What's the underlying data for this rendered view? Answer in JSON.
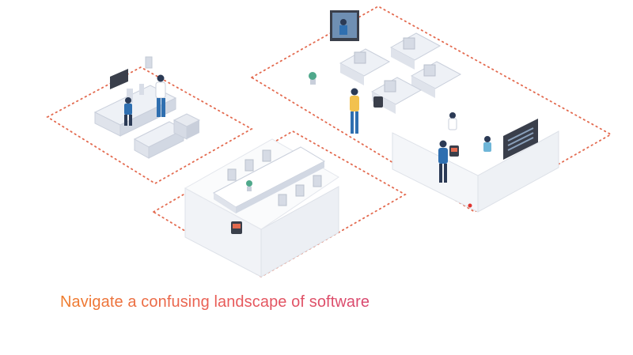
{
  "caption": "Navigate a confusing landscape of software",
  "colors": {
    "zone_border": "#e36a4f",
    "caption_start": "#ef7d2c",
    "caption_end": "#d8476f",
    "furniture": "#e7eaf0",
    "furniture_shade": "#c9cfdb",
    "screen": "#3a3f4b",
    "person_blue": "#2f6fb0",
    "person_navy": "#2b3a55"
  },
  "zones": [
    "lab",
    "meeting-room",
    "office"
  ],
  "icons": [
    "lab-bench",
    "wall-monitor",
    "video-screen",
    "desk-pod",
    "wall-dashboard",
    "tablet-kiosk",
    "potted-plant",
    "person"
  ]
}
